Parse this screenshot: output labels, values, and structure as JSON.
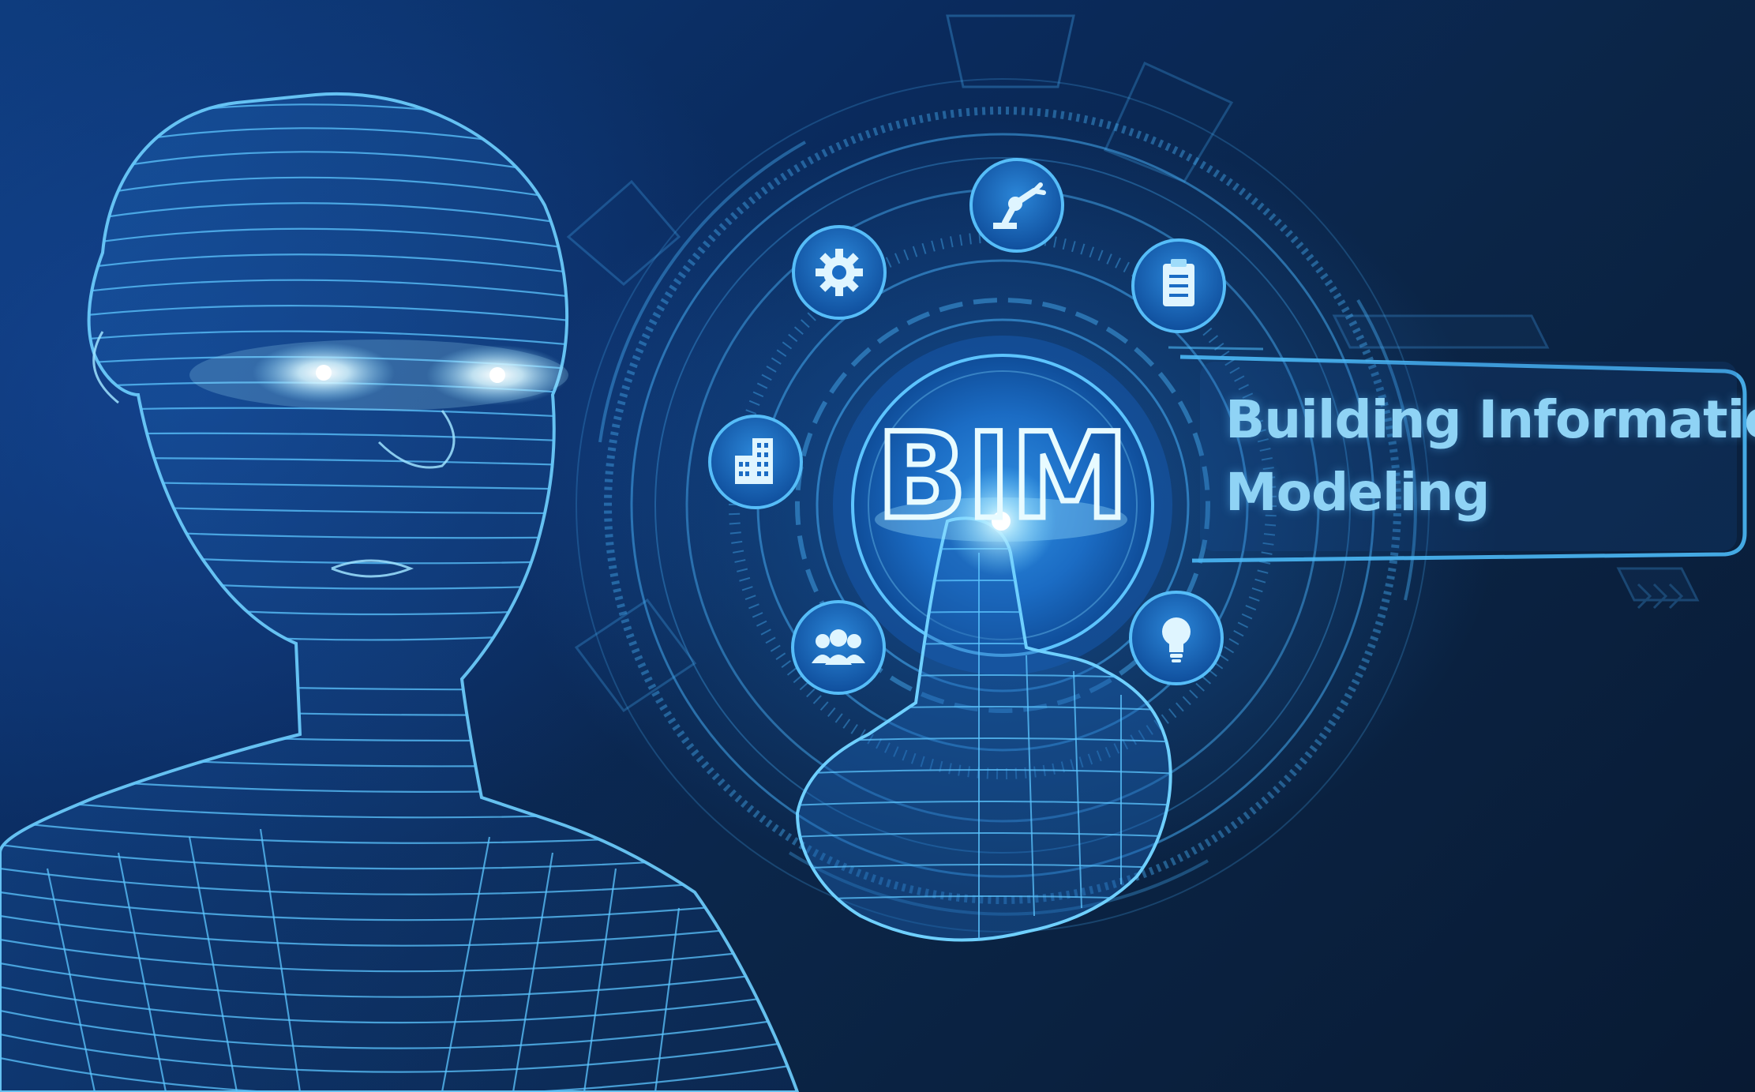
{
  "center_badge": {
    "text": "BIM"
  },
  "label": {
    "line1": "Building Information",
    "line2": "Modeling"
  },
  "ring_icons": [
    {
      "name": "gear-icon"
    },
    {
      "name": "robot-arm-icon"
    },
    {
      "name": "clipboard-icon"
    },
    {
      "name": "buildings-icon"
    },
    {
      "name": "people-icon"
    },
    {
      "name": "lightbulb-icon"
    }
  ],
  "colors": {
    "background_dark": "#081a33",
    "background_mid": "#0d3a7a",
    "wireframe": "#4fc3f7",
    "glow": "#e8fbff",
    "label_text": "#8fd3f5"
  }
}
